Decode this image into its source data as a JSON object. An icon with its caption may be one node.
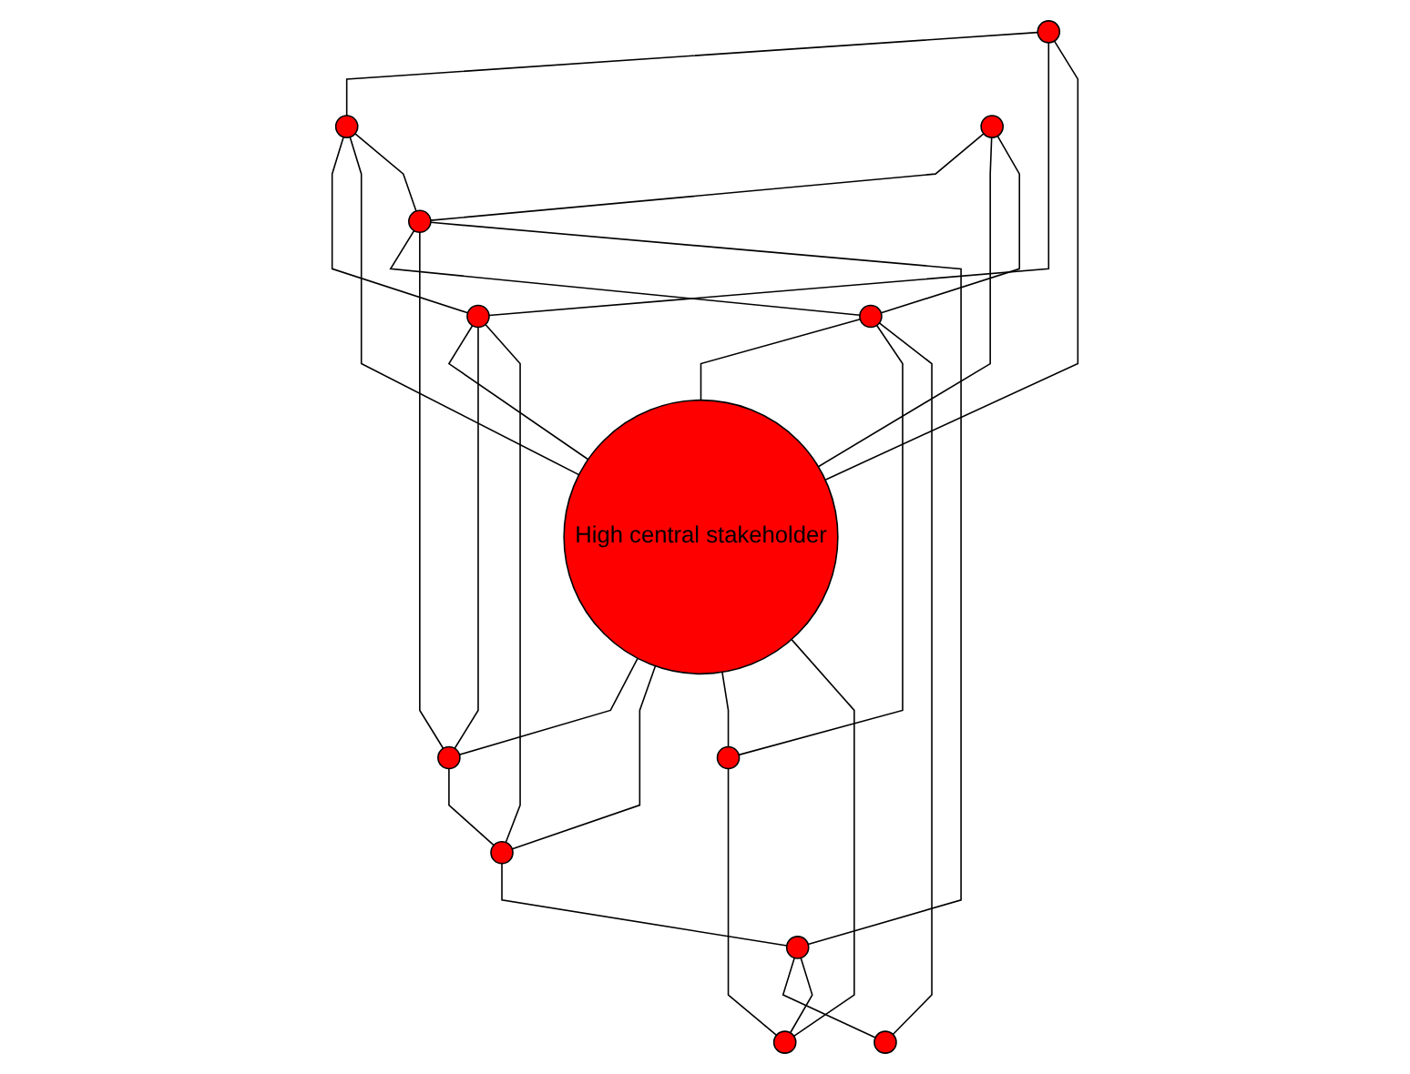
{
  "diagram": {
    "nodes": [
      {
        "text": [],
        "shape": "circle"
      },
      {
        "text": [],
        "shape": "circle"
      },
      {
        "text": [],
        "shape": "circle"
      },
      {
        "text": [],
        "shape": "circle"
      },
      {
        "text": [],
        "shape": "circle"
      },
      {
        "text": [],
        "shape": "circle"
      },
      {
        "text": [
          "High central stakeholder"
        ]
      },
      {
        "text": [],
        "shape": "circle"
      },
      {
        "text": [],
        "shape": "circle"
      },
      {
        "text": [],
        "shape": "circle"
      },
      {
        "text": [],
        "shape": "circle"
      },
      {
        "text": [],
        "shape": "circle"
      },
      {
        "text": [],
        "shape": "circle"
      }
    ],
    "edges": [
      {
        "from": 2,
        "to": 0,
        "arrow": "none"
      },
      {
        "from": 2,
        "to": 5,
        "arrow": "none"
      },
      {
        "from": 2,
        "to": 6,
        "arrow": "none"
      },
      {
        "from": 0,
        "to": 5,
        "arrow": "none"
      },
      {
        "from": 0,
        "to": 6,
        "arrow": "none"
      },
      {
        "from": 0,
        "to": 3,
        "arrow": "none"
      },
      {
        "from": 1,
        "to": 3,
        "arrow": "none"
      },
      {
        "from": 1,
        "to": 6,
        "arrow": "none"
      },
      {
        "from": 1,
        "to": 4,
        "arrow": "none"
      },
      {
        "from": 3,
        "to": 4,
        "arrow": "none"
      },
      {
        "from": 3,
        "to": 7,
        "arrow": "none"
      },
      {
        "from": 3,
        "to": 11,
        "arrow": "none"
      },
      {
        "from": 4,
        "to": 6,
        "arrow": "none"
      },
      {
        "from": 4,
        "to": 8,
        "arrow": "none"
      },
      {
        "from": 4,
        "to": 9,
        "arrow": "none"
      },
      {
        "from": 5,
        "to": 6,
        "arrow": "none"
      },
      {
        "from": 5,
        "to": 7,
        "arrow": "none"
      },
      {
        "from": 5,
        "to": 10,
        "arrow": "none"
      },
      {
        "from": 6,
        "to": 7,
        "arrow": "none"
      },
      {
        "from": 6,
        "to": 10,
        "arrow": "none"
      },
      {
        "from": 6,
        "to": 8,
        "arrow": "none"
      },
      {
        "from": 6,
        "to": 12,
        "arrow": "none"
      },
      {
        "from": 7,
        "to": 10,
        "arrow": "none"
      },
      {
        "from": 10,
        "to": 11,
        "arrow": "none"
      },
      {
        "from": 11,
        "to": 9,
        "arrow": "none"
      },
      {
        "from": 11,
        "to": 12,
        "arrow": "none"
      },
      {
        "from": 8,
        "to": 12,
        "arrow": "none"
      }
    ]
  }
}
